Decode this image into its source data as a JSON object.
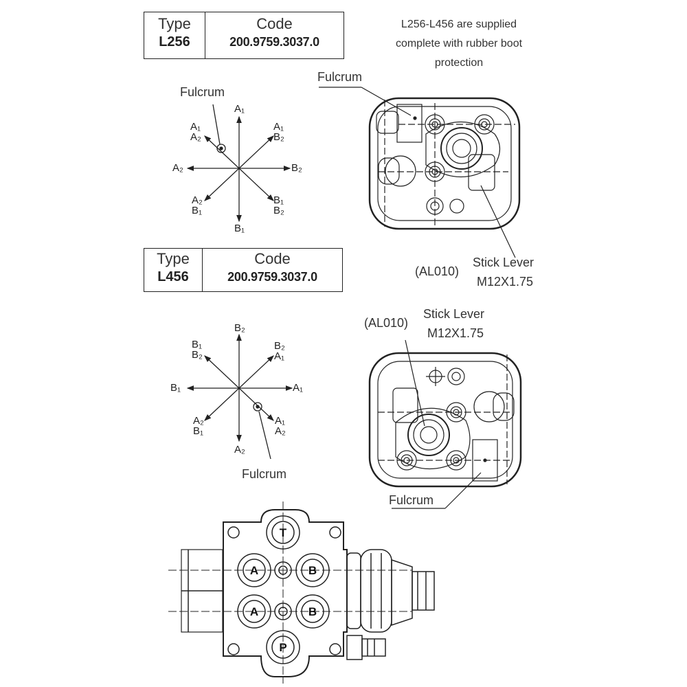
{
  "table_l256": {
    "type_header": "Type",
    "code_header": "Code",
    "type_value": "L256",
    "code_value": "200.9759.3037.0"
  },
  "table_l456": {
    "type_header": "Type",
    "code_header": "Code",
    "type_value": "L456",
    "code_value": "200.9759.3037.0"
  },
  "supply_note": [
    "L256-L456 are supplied",
    "complete with rubber boot",
    "protection"
  ],
  "diagram_l256": {
    "fulcrum_label": "Fulcrum",
    "directions": {
      "top": "A₁",
      "top_left": "A₁\nA₂",
      "top_right": "A₁\nB₂",
      "left": "A₂",
      "right": "B₂",
      "bottom_left": "A₂\nB₁",
      "bottom_right": "B₁\nB₂",
      "bottom": "B₁"
    }
  },
  "diagram_l456": {
    "fulcrum_label": "Fulcrum",
    "directions": {
      "top": "B₂",
      "top_left": "B₁\nB₂",
      "top_right": "B₂\nA₁",
      "left": "B₁",
      "right": "A₁",
      "bottom_left": "A₂\nB₁",
      "bottom_right": "A₁\nA₂",
      "bottom": "A₂"
    }
  },
  "device_l256": {
    "fulcrum_label": "Fulcrum",
    "part_code": "(AL010)",
    "stick_lever": "Stick Lever",
    "thread": "M12X1.75"
  },
  "device_l456": {
    "fulcrum_label": "Fulcrum",
    "part_code": "(AL010)",
    "stick_lever": "Stick Lever",
    "thread": "M12X1.75"
  },
  "valve_ports": {
    "tank": "T",
    "a_upper": "A",
    "b_upper": "B",
    "a_lower": "A",
    "b_lower": "B",
    "pressure": "P"
  }
}
